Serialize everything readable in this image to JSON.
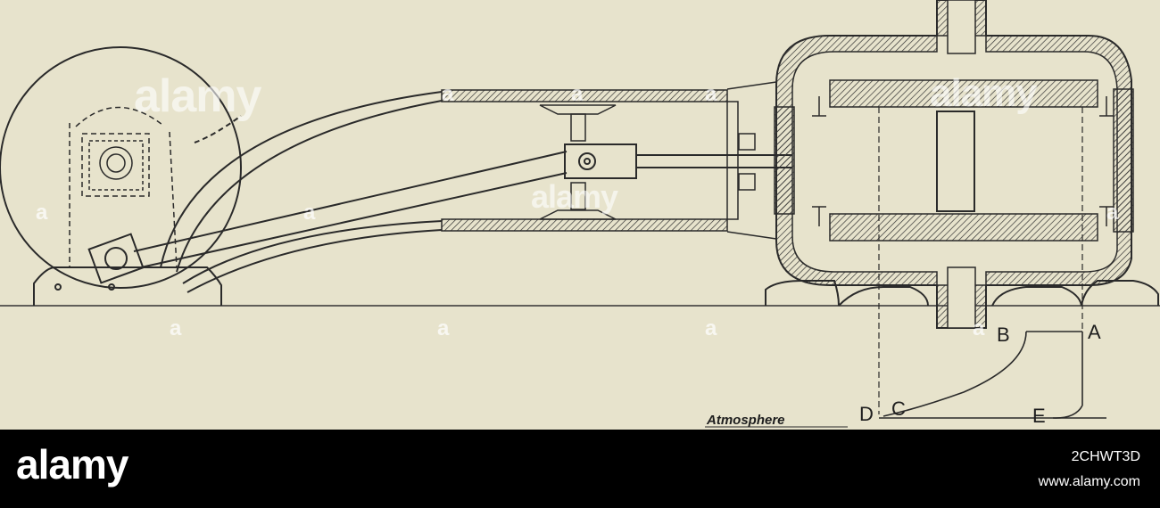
{
  "diagram": {
    "labels": {
      "a": "A",
      "b": "B",
      "c": "C",
      "d": "D",
      "e": "E",
      "atmosphere": "Atmosphere"
    }
  },
  "watermark": {
    "text": "alamy",
    "mark": "a"
  },
  "footer": {
    "logo": "alamy",
    "image_id": "2CHWT3D",
    "url": "www.alamy.com"
  },
  "colors": {
    "background": "#e7e3cc",
    "ink": "#2a2a2a",
    "footer": "#000000"
  }
}
